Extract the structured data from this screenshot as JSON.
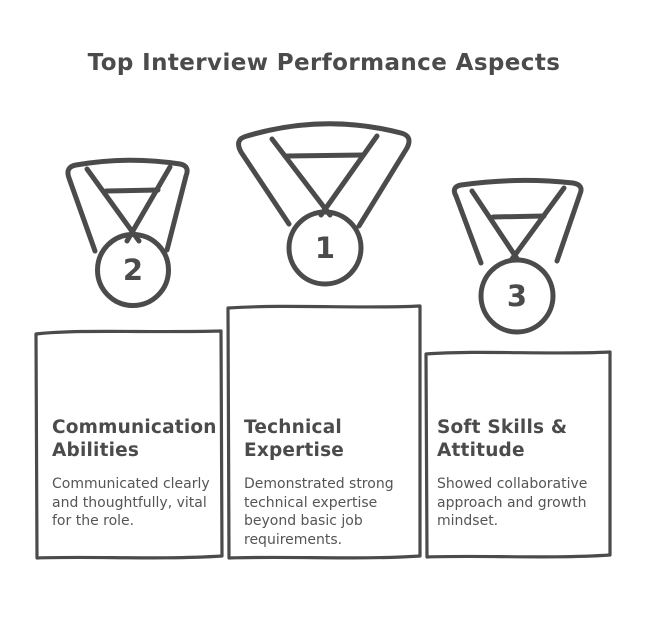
{
  "title": "Top Interview Performance Aspects",
  "colors": {
    "ink": "#4b4b4b",
    "body_text": "#555555",
    "background": "#ffffff"
  },
  "medals": [
    {
      "rank": "2"
    },
    {
      "rank": "1"
    },
    {
      "rank": "3"
    }
  ],
  "podium": [
    {
      "rank": "2",
      "heading": "Communication Abilities",
      "body": "Communicated clearly and thoughtfully, vital for the role."
    },
    {
      "rank": "1",
      "heading": "Technical Expertise",
      "body": "Demonstrated strong technical expertise beyond basic job requirements."
    },
    {
      "rank": "3",
      "heading": "Soft Skills & Attitude",
      "body": "Showed collaborative approach and growth mindset."
    }
  ]
}
